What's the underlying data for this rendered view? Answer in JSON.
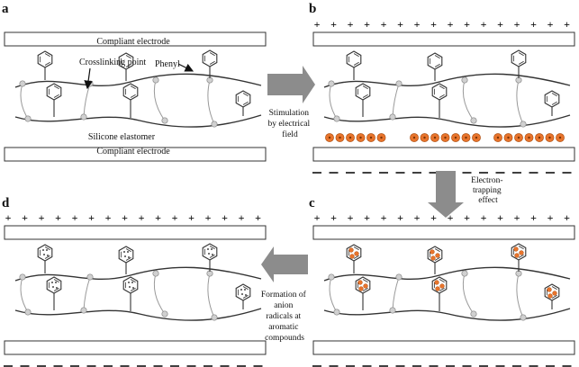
{
  "panels": {
    "a": {
      "letter": "a",
      "top_electrode": "Compliant electrode",
      "bottom_electrode": "Compliant electrode",
      "label_crosslink": "Crosslinking point",
      "label_phenyl": "Phenyl",
      "label_elastomer": "Silicone elastomer"
    },
    "b": {
      "letter": "b",
      "top_charge": "+",
      "bottom_charge": "—"
    },
    "c": {
      "letter": "c",
      "top_charge": "+",
      "bottom_charge": "—"
    },
    "d": {
      "letter": "d",
      "top_charge": "+",
      "bottom_charge": "—"
    }
  },
  "arrows": {
    "a_to_b": [
      "Stimulation",
      "by electrical",
      "field"
    ],
    "b_to_c": [
      "Electron-",
      "trapping",
      "effect"
    ],
    "c_to_d": [
      "Formation of",
      "anion",
      "radicals at",
      "aromatic",
      "compounds"
    ]
  },
  "colors": {
    "line": "#333333",
    "node_fill": "#d0d0d0",
    "electron": "#e8742c",
    "arrow": "#8c8c8c"
  }
}
